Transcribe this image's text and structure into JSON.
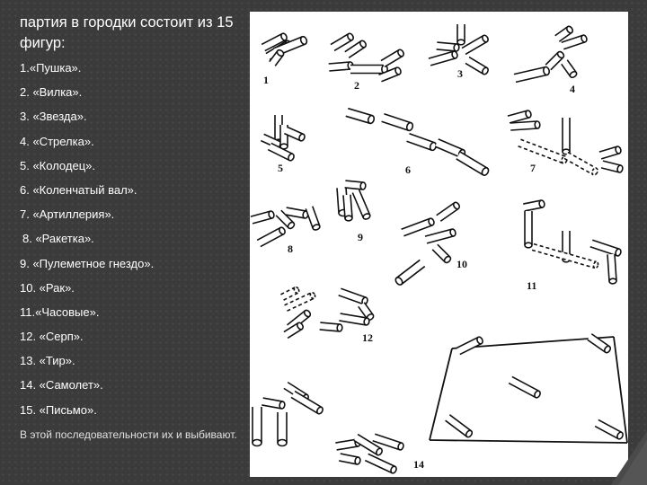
{
  "slide": {
    "title": "партия в городки состоит из 15 фигур:",
    "items": [
      "1.«Пушка».",
      "2. «Вилка».",
      "3. «Звезда».",
      "4. «Стрелка».",
      "5. «Колодец».",
      "6. «Коленчатый вал».",
      "7. «Артиллерия».",
      "8. «Ракетка».",
      "9. «Пулеметное гнездо».",
      "10. «Рак».",
      "11.«Часовые».",
      "12. «Серп».",
      "13. «Тир».",
      "14. «Самолет».",
      "15. «Письмо»."
    ],
    "note": "В этой последовательности их и выбивают."
  },
  "figure": {
    "numbers": [
      "1",
      "2",
      "3",
      "4",
      "5",
      "6",
      "7",
      "8",
      "9",
      "10",
      "11",
      "12",
      "14"
    ]
  }
}
